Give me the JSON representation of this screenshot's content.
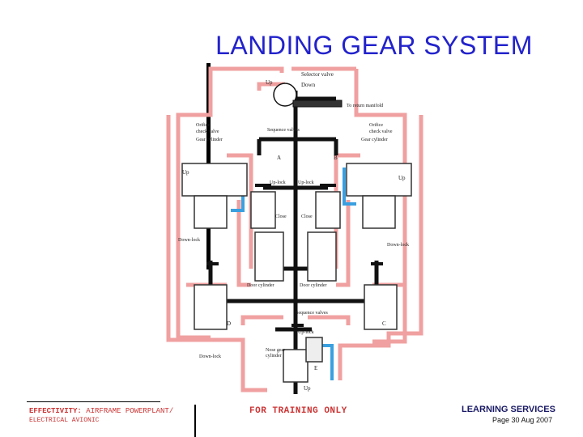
{
  "title": "LANDING GEAR SYSTEM",
  "footer": {
    "effectivity_label": "EFFECTIVITY:",
    "effectivity_value": "AIRFRAME POWERPLANT/",
    "effectivity_value2": "ELECTRICAL AVIONIC",
    "training": "FOR TRAINING ONLY",
    "learning": "LEARNING SERVICES",
    "page_date": "Page 30 Aug 2007"
  },
  "diagram": {
    "labels": {
      "up_top": "Up",
      "selector_valve": "Selector valve",
      "down_top": "Down",
      "to_return": "To return manifold",
      "orifice_left": "Orifice",
      "check_valve_left": "check valve",
      "gear_cyl_left": "Gear cylinder",
      "sequence_valves_top": "Sequence valves",
      "orifice_right": "Orifice",
      "check_valve_right": "check valve",
      "gear_cyl_right": "Gear cylinder",
      "a": "A",
      "b": "B",
      "up_left": "Up",
      "up_right": "Up",
      "uplock_left": "Up-lock",
      "uplock_right": "Up-lock",
      "close_left": "Close",
      "close_right": "Close",
      "downlock_left": "Down-lock",
      "downlock_right": "Down-lock",
      "door_cyl_left": "Door cylinder",
      "door_cyl_right": "Door cylinder",
      "sequence_valves_bottom": "Sequence valves",
      "d": "D",
      "c": "C",
      "uplock_bottom": "Up-lock",
      "downlock_bottom": "Down-lock",
      "nose_gear": "Nose gear",
      "cylinder": "cylinder",
      "e": "E",
      "up_bottom": "Up"
    }
  }
}
